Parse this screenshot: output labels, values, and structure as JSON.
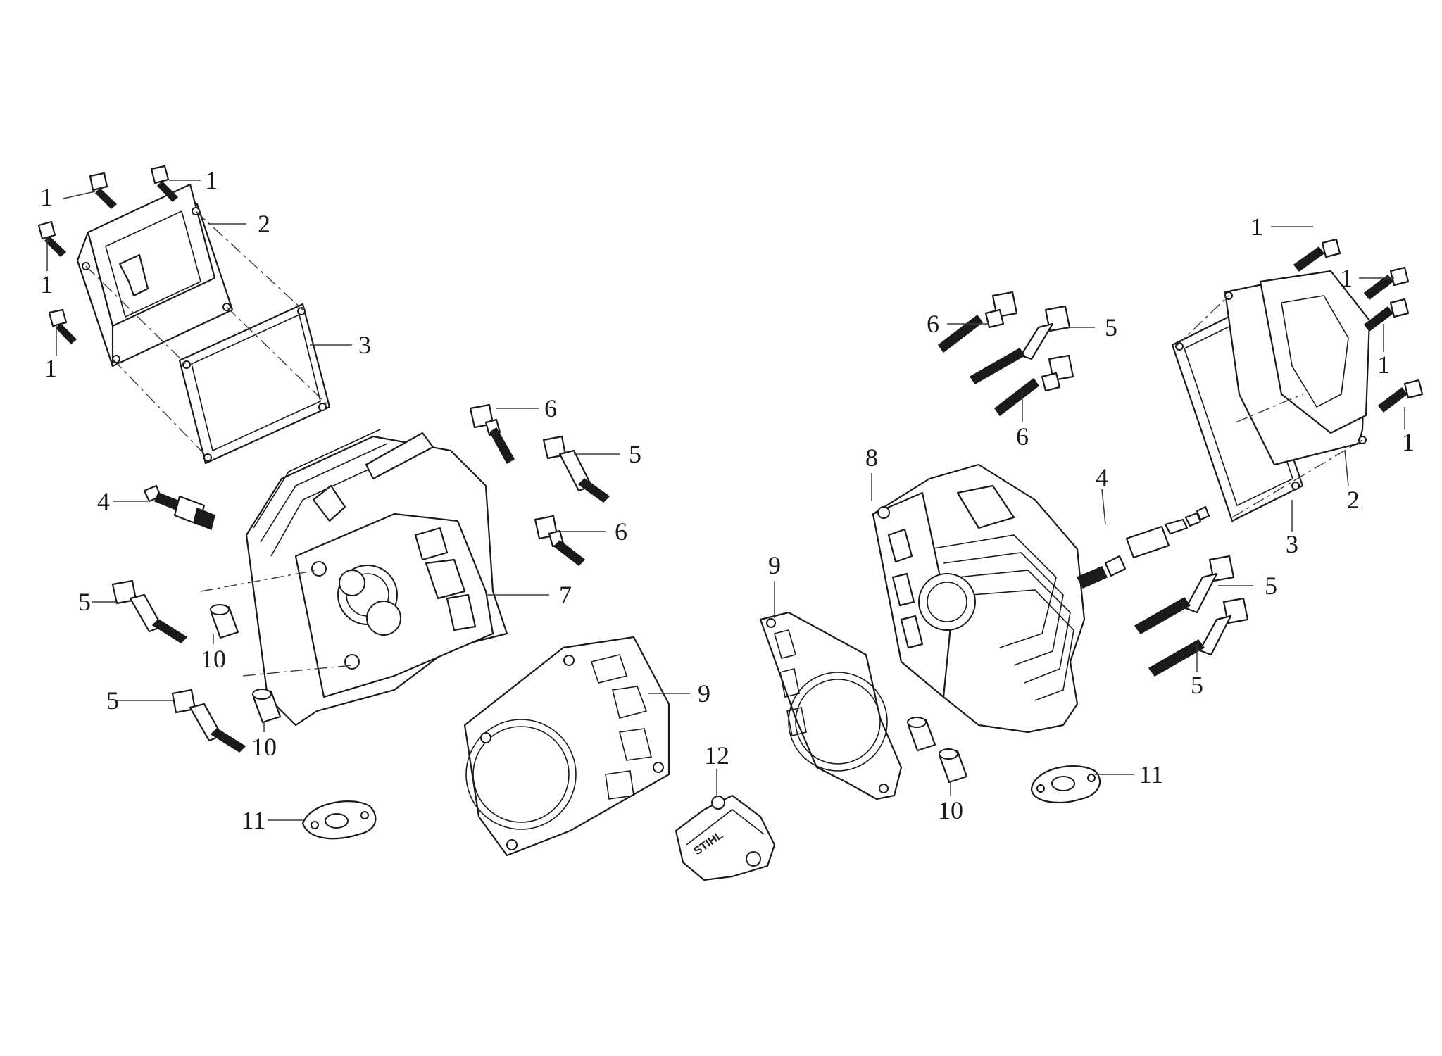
{
  "callouts": {
    "bolt": "1",
    "cover": "2",
    "cover_gasket": "3",
    "spark_plug": "4",
    "long_bolt": "5",
    "short_bolt": "6",
    "head_left": "7",
    "head_right": "8",
    "head_gasket": "9",
    "dowel": "10",
    "small_gasket": "11",
    "bracket": "12"
  },
  "bracket_brand": "STIHL",
  "colors": {
    "line": "#1a1a1a",
    "background": "#ffffff"
  }
}
